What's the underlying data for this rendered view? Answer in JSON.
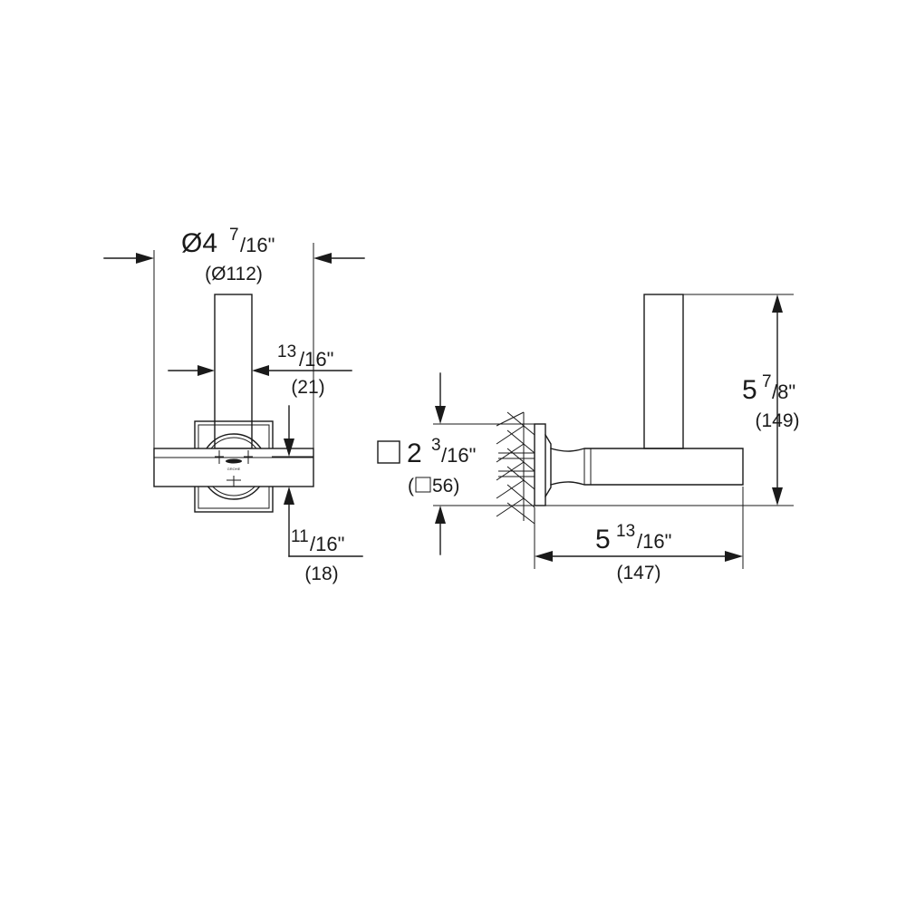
{
  "drawing": {
    "front_view": {
      "diameter": {
        "prefix": "Ø4",
        "numerator": "7",
        "denominator": "/16\"",
        "metric": "(Ø112)"
      },
      "post_width": {
        "numerator": "13",
        "denominator": "/16\"",
        "metric": "(21)"
      },
      "base_depth": {
        "numerator": "11",
        "denominator": "/16\"",
        "metric": "(18)"
      },
      "badge": "GROHE"
    },
    "side_view": {
      "flange_square": {
        "whole": "2",
        "numerator": "3",
        "denominator": "/16\"",
        "metric_prefix": "(",
        "metric_value": "56)"
      },
      "height": {
        "whole": "5",
        "numerator": "7",
        "denominator": "/8\"",
        "metric": "(149)"
      },
      "length": {
        "whole": "5",
        "numerator": "13",
        "denominator": "/16\"",
        "metric": "(147)"
      }
    }
  }
}
